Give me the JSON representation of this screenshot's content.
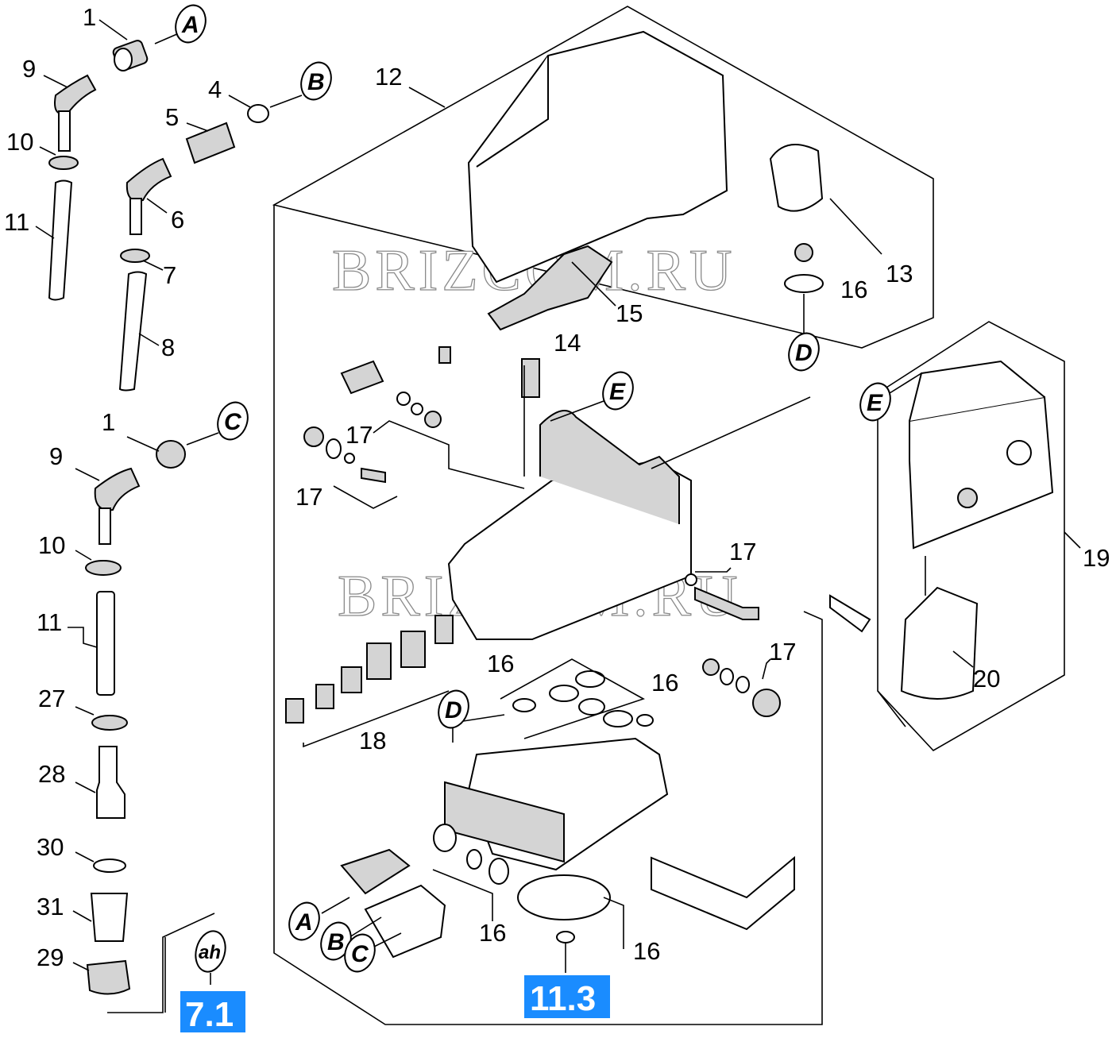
{
  "watermarks": [
    "BRIZCOM.RU",
    "BRIZCOM.RU"
  ],
  "badges": {
    "ref_7_1": "7.1",
    "ref_11_3": "11.3"
  },
  "colors": {
    "badge_bg": "#1a8cff",
    "line": "#000000",
    "watermark_stroke": "#8a8a8a"
  },
  "callouts": {
    "c1a": "1",
    "c9a": "9",
    "c10a": "10",
    "c11a": "11",
    "c4": "4",
    "c5": "5",
    "c6": "6",
    "c7": "7",
    "c8": "8",
    "c12": "12",
    "c13": "13",
    "c14": "14",
    "c15": "15",
    "c16a": "16",
    "c17a": "17",
    "c17b": "17",
    "c1b": "1",
    "c9b": "9",
    "c10b": "10",
    "c11b": "11",
    "c27": "27",
    "c28": "28",
    "c30": "30",
    "c31": "31",
    "c29": "29",
    "c18": "18",
    "c19": "19",
    "c20": "20",
    "c17c": "17",
    "c17d": "17",
    "c16b": "16",
    "c16c": "16",
    "c16d": "16",
    "c16e": "16"
  },
  "connectors": {
    "a_top": "A",
    "b_top": "B",
    "c_top": "C",
    "d_top": "D",
    "e_mid": "E",
    "e_right": "E",
    "d_bottom": "D",
    "a_bottom": "A",
    "b_bottom": "B",
    "c_bottom": "C",
    "ah": "ah"
  }
}
